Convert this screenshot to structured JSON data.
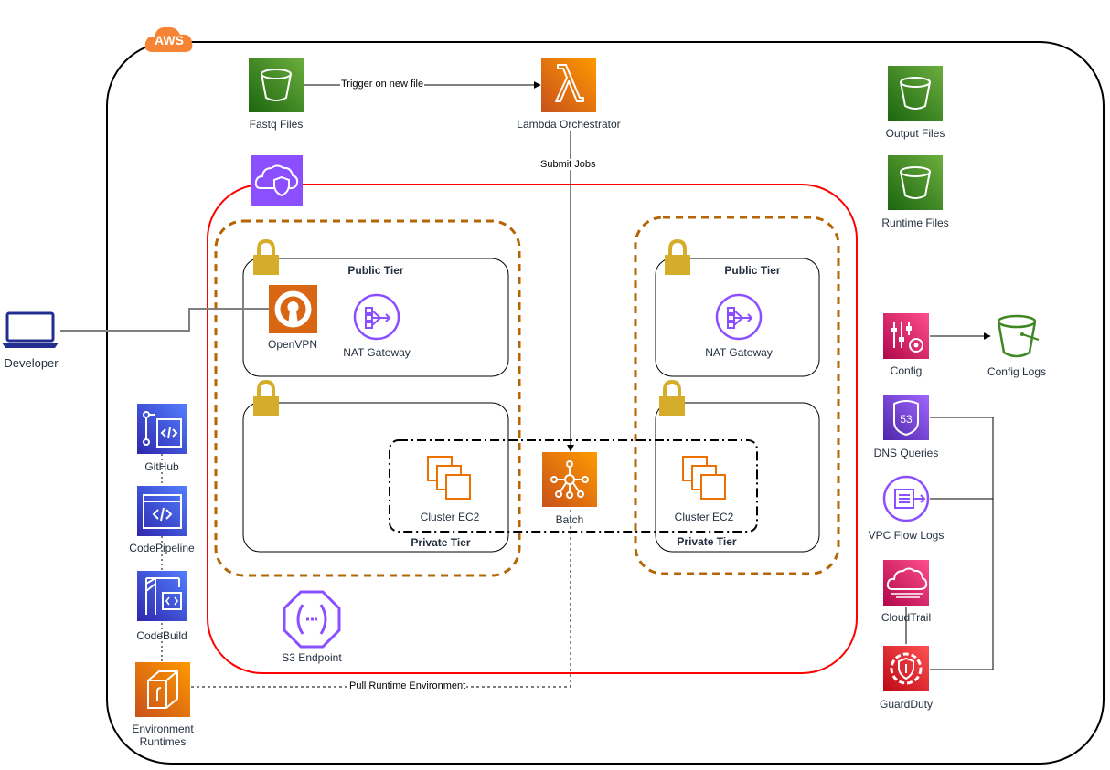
{
  "cloud_badge": "AWS",
  "developer": {
    "label": "Developer"
  },
  "top": {
    "fastq_files": "Fastq Files",
    "lambda": "Lambda Orchestrator",
    "output_files": "Output Files",
    "runtime_files": "Runtime Files",
    "trigger_label": "Trigger on new file",
    "submit_label": "Submit Jobs"
  },
  "vpc": {
    "left_public_title": "Public Tier",
    "right_public_title": "Public Tier",
    "left_private_title": "Private Tier",
    "right_private_title": "Private Tier",
    "openvpn": "OpenVPN",
    "nat_left": "NAT Gateway",
    "nat_right": "NAT Gateway",
    "cluster_left": "Cluster EC2",
    "cluster_right": "Cluster EC2",
    "batch": "Batch",
    "s3_endpoint": "S3 Endpoint"
  },
  "cicd": {
    "github": "GitHub",
    "codepipeline": "CodePipeline",
    "codebuild": "CodeBuild",
    "env_runtimes": "Environment\nRuntimes",
    "pull_label": "Pull Runtime Environment"
  },
  "monitoring": {
    "config": "Config",
    "config_logs": "Config Logs",
    "dns": "DNS Queries",
    "flow_logs": "VPC Flow Logs",
    "cloudtrail": "CloudTrail",
    "guardduty": "GuardDuty"
  },
  "colors": {
    "vpc_border": "#E7157B",
    "vpc_red": "#FF0000",
    "subnet_dash": "#B46504",
    "lock": "#D6AD2B"
  }
}
